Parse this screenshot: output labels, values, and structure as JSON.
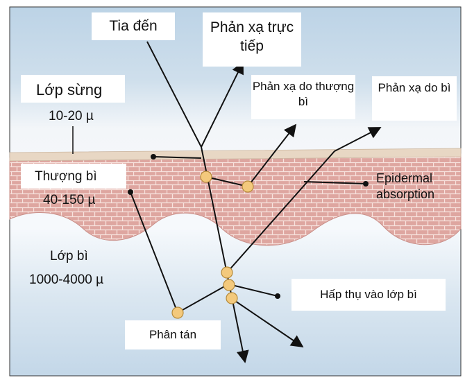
{
  "diagram": {
    "layers": [
      {
        "name": "Lớp sừng",
        "thickness": "10-20 µ"
      },
      {
        "name": "Thượng bì",
        "thickness": "40-150 µ"
      },
      {
        "name": "Lớp bì",
        "thickness": "1000-4000 µ"
      }
    ],
    "labels": {
      "incident": "Tia đến",
      "direct_reflection": "Phản xạ trực tiếp",
      "epidermal_reflection": "Phản xạ do thượng bì",
      "dermal_reflection": "Phản xạ do bì",
      "epidermal_absorption": "Epidermal absorption",
      "dermal_absorption": "Hấp thụ vào lớp bì",
      "scattering": "Phân tán"
    }
  },
  "colors": {
    "background": "#c9dae8",
    "epidermis": "#dfa9a3",
    "cell_outline": "#f6e4df",
    "stratum_corneum": "#eadbcc",
    "scatter_point": "#f2c97e",
    "line": "#111111"
  }
}
